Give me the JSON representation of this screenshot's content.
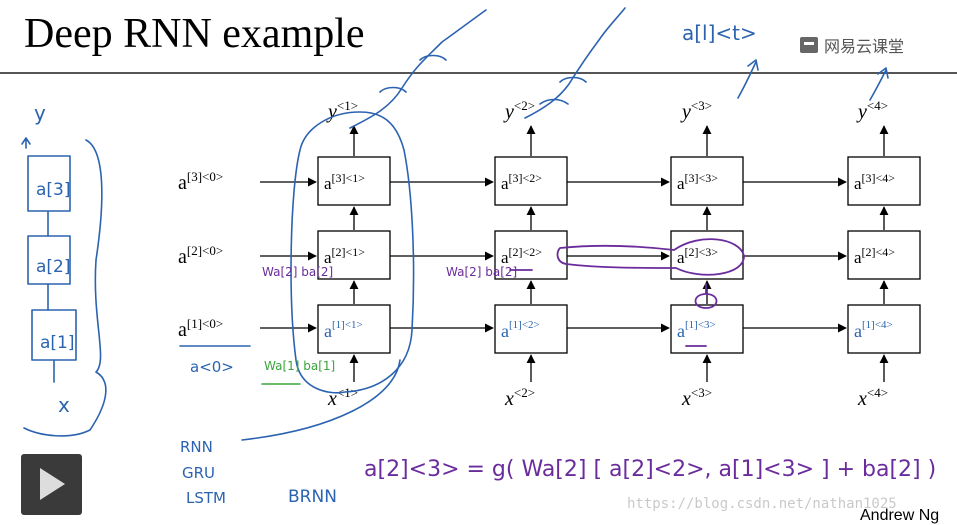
{
  "slide": {
    "title": "Deep RNN example",
    "brand": "网易云课堂",
    "author": "Andrew Ng",
    "watermark": "https://blog.csdn.net/nathan1025"
  },
  "player": {
    "play_icon": "play-icon"
  },
  "diagram": {
    "timesteps": [
      "<1>",
      "<2>",
      "<3>",
      "<4>"
    ],
    "layers": [
      "[1]",
      "[2]",
      "[3]"
    ],
    "initial_states": [
      {
        "base": "a",
        "sup": "[3]<0>"
      },
      {
        "base": "a",
        "sup": "[2]<0>"
      },
      {
        "base": "a",
        "sup": "[1]<0>"
      }
    ],
    "layer3_cells": [
      "[3]<1>",
      "[3]<2>",
      "[3]<3>",
      "[3]<4>"
    ],
    "layer2_cells": [
      "[2]<1>",
      "[2]<2>",
      "[2]<3>",
      "[2]<4>"
    ],
    "outputs": [
      "<1>",
      "<2>",
      "<3>",
      "<4>"
    ],
    "inputs": [
      "<1>",
      "<2>",
      "<3>",
      "<4>"
    ],
    "output_symbol": "y",
    "input_symbol": "x",
    "cell_symbol": "a"
  },
  "annotations": {
    "left_stack": [
      "y",
      "a[3]",
      "a[2]",
      "a[1]",
      "x"
    ],
    "a0_label": "a<0>",
    "rnn_types": [
      "RNN",
      "GRU",
      "LSTM"
    ],
    "brnn": "BRNN",
    "handwritten_formula": "a[2]<3> = g( Wa[2] [ a[2]<2>, a[1]<3> ] + ba[2] )",
    "top_note": "a[l]<t>",
    "weights_l2": "Wa[2] ba[2]",
    "weights_l1": "Wa[1] ba[1]"
  }
}
